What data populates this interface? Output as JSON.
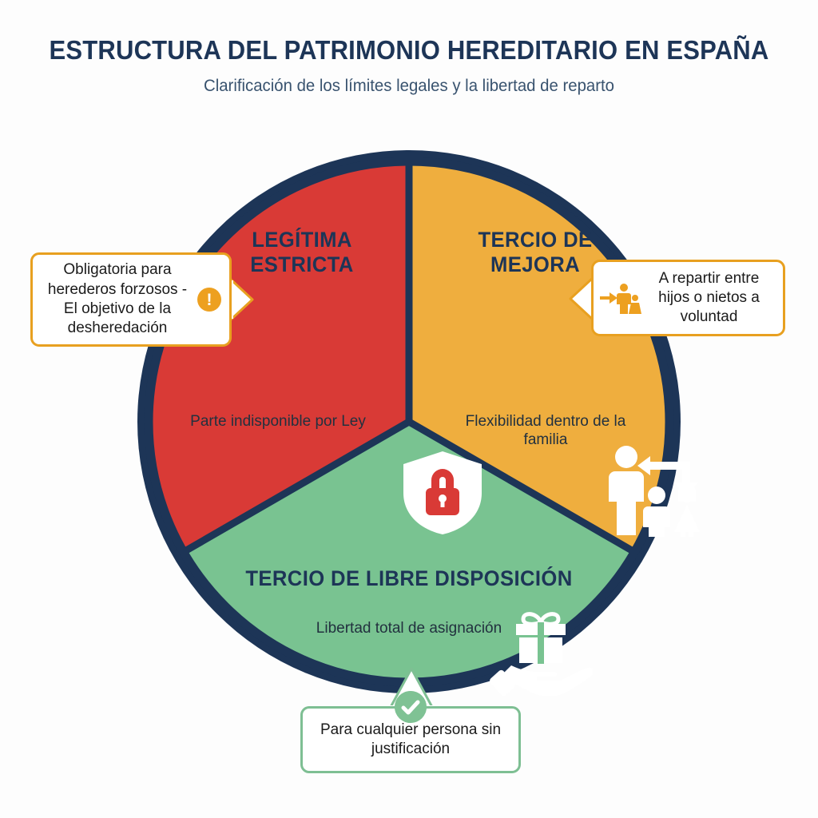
{
  "header": {
    "title": "ESTRUCTURA DEL PATRIMONIO HEREDITARIO EN ESPAÑA",
    "subtitle": "Clarificación de los límites legales y la libertad de reparto"
  },
  "chart_data": {
    "type": "pie",
    "title": "ESTRUCTURA DEL PATRIMONIO HEREDITARIO EN ESPAÑA",
    "subtitle": "Clarificación de los límites legales y la libertad de reparto",
    "categories": [
      "LEGÍTIMA ESTRICTA",
      "TERCIO DE MEJORA",
      "TERCIO DE LIBRE DISPOSICIÓN"
    ],
    "values": [
      33.3,
      33.3,
      33.3
    ],
    "colors": [
      "#d93a36",
      "#efae3e",
      "#79c391"
    ],
    "legend": "none",
    "grid": false
  },
  "wheel": {
    "ring_color": "#1d3557",
    "inner_ring_color": "#efa92e",
    "segments": [
      {
        "id": "legitima-estricta",
        "title": "LEGÍTIMA ESTRICTA",
        "subtitle": "Parte indisponible por Ley",
        "color": "#d93a36",
        "icon": "shield-lock-icon"
      },
      {
        "id": "tercio-de-mejora",
        "title": "TERCIO DE MEJORA",
        "subtitle": "Flexibilidad dentro de la familia",
        "color": "#efae3e",
        "icon": "family-transfer-icon"
      },
      {
        "id": "tercio-de-libre-disposicion",
        "title": "TERCIO DE LIBRE DISPOSICIÓN",
        "subtitle": "Libertad total de asignación",
        "color": "#79c391",
        "icon": "gift-in-hand-icon"
      }
    ]
  },
  "callouts": {
    "left": {
      "text": "Obligatoria para herederos forzosos - El objetivo de la desheredación",
      "badge_icon": "warning-exclamation-icon",
      "badge_glyph": "!",
      "border_color": "#e8a020"
    },
    "right": {
      "text": "A repartir entre hijos o nietos a voluntad",
      "icon": "arrow-family-icon",
      "border_color": "#e8a020"
    },
    "bottom": {
      "text": "Para cualquier persona sin justificación",
      "badge_icon": "check-circle-icon",
      "border_color": "#7ebf93"
    }
  }
}
